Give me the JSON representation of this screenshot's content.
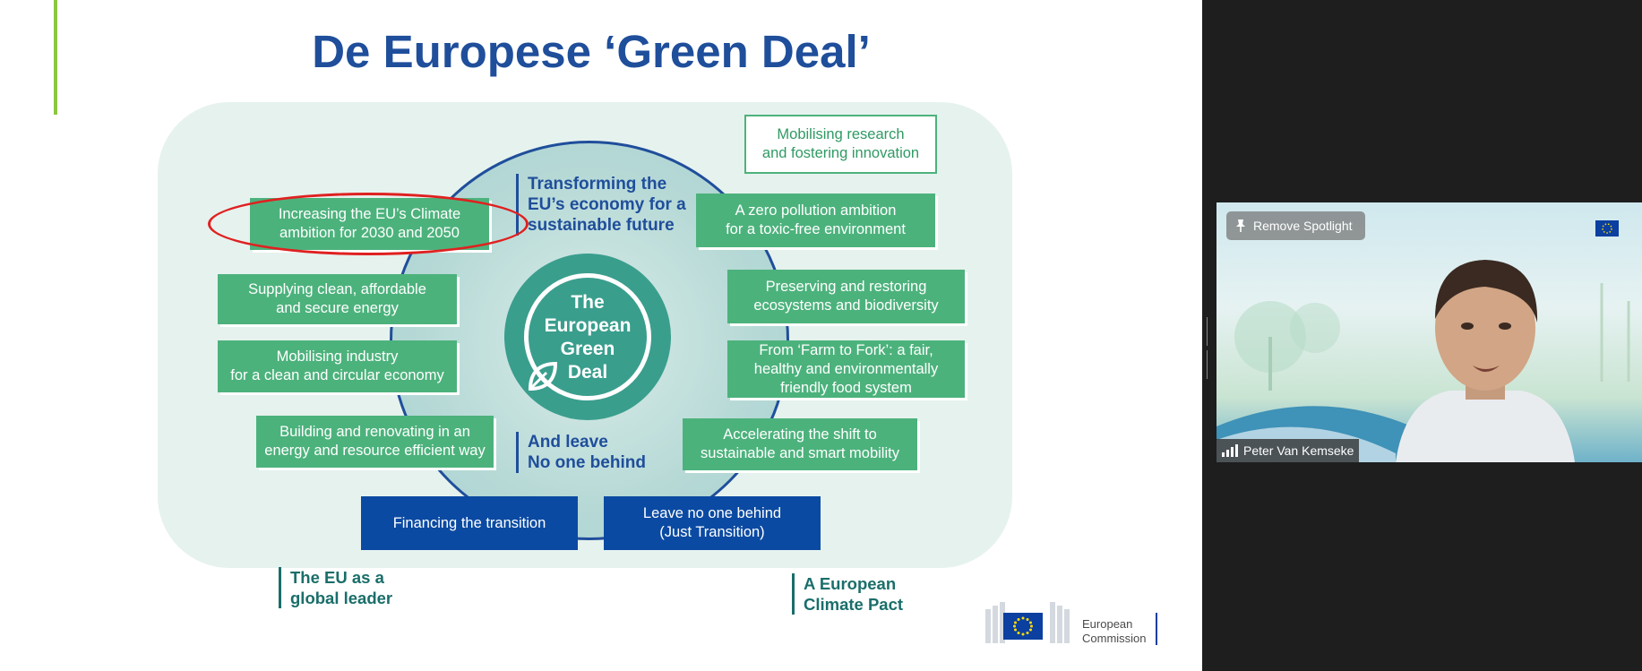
{
  "slide": {
    "title": "De Europese ‘Green Deal’",
    "center_lines": [
      "The",
      "European",
      "Green",
      "Deal"
    ],
    "section_top": [
      "Transforming the",
      "EU’s economy for a",
      "sustainable future"
    ],
    "section_bottom": [
      "And leave",
      "No one behind"
    ],
    "global_leader": [
      "The EU as a",
      "global leader"
    ],
    "climate_pact": [
      "A European",
      "Climate Pact"
    ],
    "left_boxes": [
      [
        "Increasing the EU’s Climate",
        "ambition for 2030 and 2050"
      ],
      [
        "Supplying clean, affordable",
        "and secure energy"
      ],
      [
        "Mobilising industry",
        "for a clean and circular economy"
      ],
      [
        "Building and renovating in an",
        "energy and resource efficient way"
      ]
    ],
    "right_boxes": [
      [
        "Mobilising research",
        "and fostering innovation"
      ],
      [
        "A zero pollution ambition",
        "for a toxic-free environment"
      ],
      [
        "Preserving and restoring",
        "ecosystems and biodiversity"
      ],
      [
        "From ‘Farm to Fork’: a fair,",
        "healthy and environmentally",
        "friendly food system"
      ],
      [
        "Accelerating the shift to",
        "sustainable and smart mobility"
      ]
    ],
    "bottom_boxes": [
      [
        "Financing the transition"
      ],
      [
        "Leave no one behind",
        "(Just Transition)"
      ]
    ],
    "logo": [
      "European",
      "Commission"
    ]
  },
  "video": {
    "spotlight_label": "Remove Spotlight",
    "participant_name": "Peter Van Kemseke"
  },
  "colors": {
    "title_blue": "#1f4e9b",
    "box_green": "#4cb27c",
    "box_blue": "#0b4aa2",
    "highlight_red": "#e02020",
    "accent_green": "#8dc63f"
  },
  "icons": [
    "pin-icon",
    "signal-bars-icon",
    "leaf-icon",
    "eu-flag-icon"
  ]
}
